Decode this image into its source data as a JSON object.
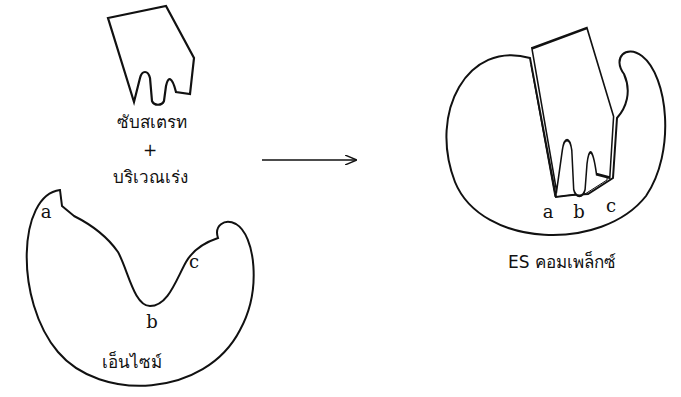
{
  "diagram": {
    "labels": [
      "ซับสเตรท",
      "+",
      "บริเวณเร่ง",
      "a",
      "b",
      "c",
      "เอ็นไซม์",
      "a",
      "b",
      "c",
      "ES คอมเพล็กซ์"
    ]
  }
}
